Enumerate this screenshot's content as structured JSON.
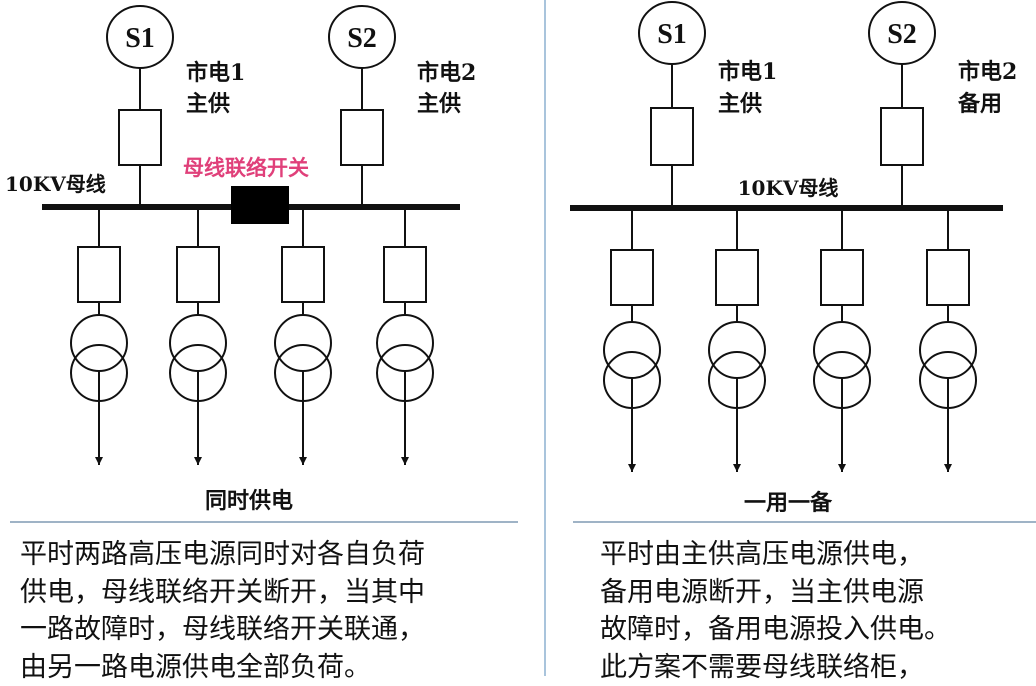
{
  "left": {
    "source1": "S1",
    "source2": "S2",
    "source1_label": [
      "市电1",
      "主供"
    ],
    "source2_label": [
      "市电2",
      "主供"
    ],
    "bus_label": "10KV母线",
    "coupler_label": "母线联络开关",
    "coupler_color": "#e0407a",
    "caption": "同时供电",
    "description": [
      "平时两路高压电源同时对各自负荷",
      "供电，母线联络开关断开，当其中",
      "一路故障时，母线联络开关联通，",
      "由另一路电源供电全部负荷。"
    ]
  },
  "right": {
    "source1": "S1",
    "source2": "S2",
    "source1_label": [
      "市电1",
      "主供"
    ],
    "source2_label": [
      "市电2",
      "备用"
    ],
    "bus_label": "10KV母线",
    "caption": "一用一备",
    "description": [
      "平时由主供高压电源供电，",
      "备用电源断开，当主供电源",
      "故障时，备用电源投入供电。",
      "此方案不需要母线联络柜，"
    ]
  },
  "divider_color": "#a9c4dc"
}
